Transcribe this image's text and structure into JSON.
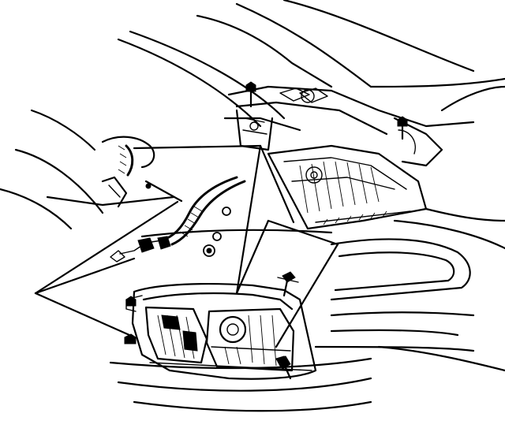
{
  "diagram": {
    "type": "exploded-line-drawing",
    "subject": "headlamp-assembly-removal",
    "colors": {
      "ink": "#000000",
      "background": "#ffffff"
    },
    "callouts": [
      {
        "id": "left-callout"
      },
      {
        "id": "center-callout"
      },
      {
        "id": "lower-callout"
      }
    ]
  }
}
